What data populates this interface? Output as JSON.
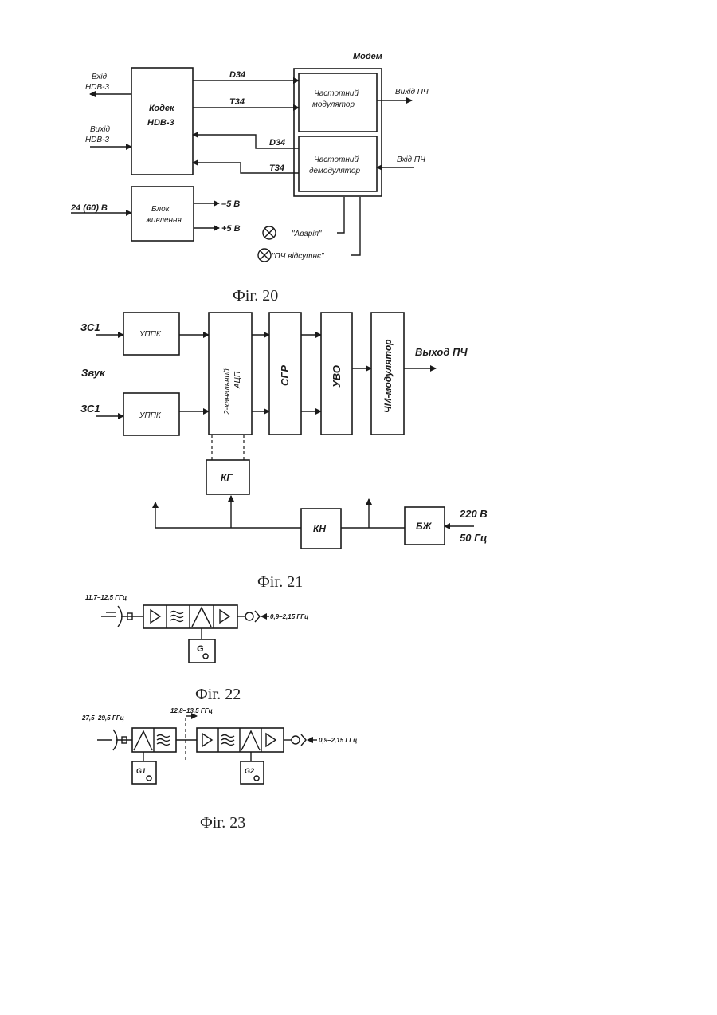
{
  "fig20": {
    "caption": "Фіг. 20",
    "modem_title": "Модем",
    "input_hdb": [
      "Вхід",
      "HDB-3"
    ],
    "output_hdb": [
      "Вихід",
      "HDB-3"
    ],
    "codec": [
      "Кодек",
      "HDB-3"
    ],
    "signal_d34_top": "D34",
    "signal_t34_top": "T34",
    "signal_d34_bottom": "D34",
    "signal_t34_bottom": "T34",
    "modulator": [
      "Частотний",
      "модулятор"
    ],
    "demodulator": [
      "Частотний",
      "демодулятор"
    ],
    "output_if": "Вихід ПЧ",
    "input_if": "Вхід ПЧ",
    "supply_in": "24 (60) В",
    "power_block": [
      "Блок",
      "живлення"
    ],
    "minus5": "–5 В",
    "plus5": "+5 В",
    "alarm": "\"Аварія\"",
    "no_if": "\"ПЧ відсутнє\""
  },
  "fig21": {
    "caption": "Фіг. 21",
    "in1": "ЗС1",
    "in2": "ЗС1",
    "sound": "Звук",
    "amp1": "УППК",
    "amp2": "УППК",
    "adc": [
      "2-канальний",
      "АЦП"
    ],
    "sgr": "СГР",
    "uvo": "УВО",
    "fm_mod": "ЧМ-модулятор",
    "output": "Выход ПЧ",
    "kg": "КГ",
    "kn": "КН",
    "bzh": "БЖ",
    "mains_v": "220 В",
    "mains_f": "50 Гц"
  },
  "fig22": {
    "caption": "Фіг. 22",
    "rf_band": "11,7–12,5 ГГц",
    "if_band": "0,9–2,15 ГГц",
    "gen": "G"
  },
  "fig23": {
    "caption": "Фіг. 23",
    "rf_band": "27,5–29,5 ГГц",
    "mid_band": "12,8–13,5 ГГц",
    "if_band": "0,9–2,15 ГГц",
    "gen1": "G1",
    "gen2": "G2"
  }
}
